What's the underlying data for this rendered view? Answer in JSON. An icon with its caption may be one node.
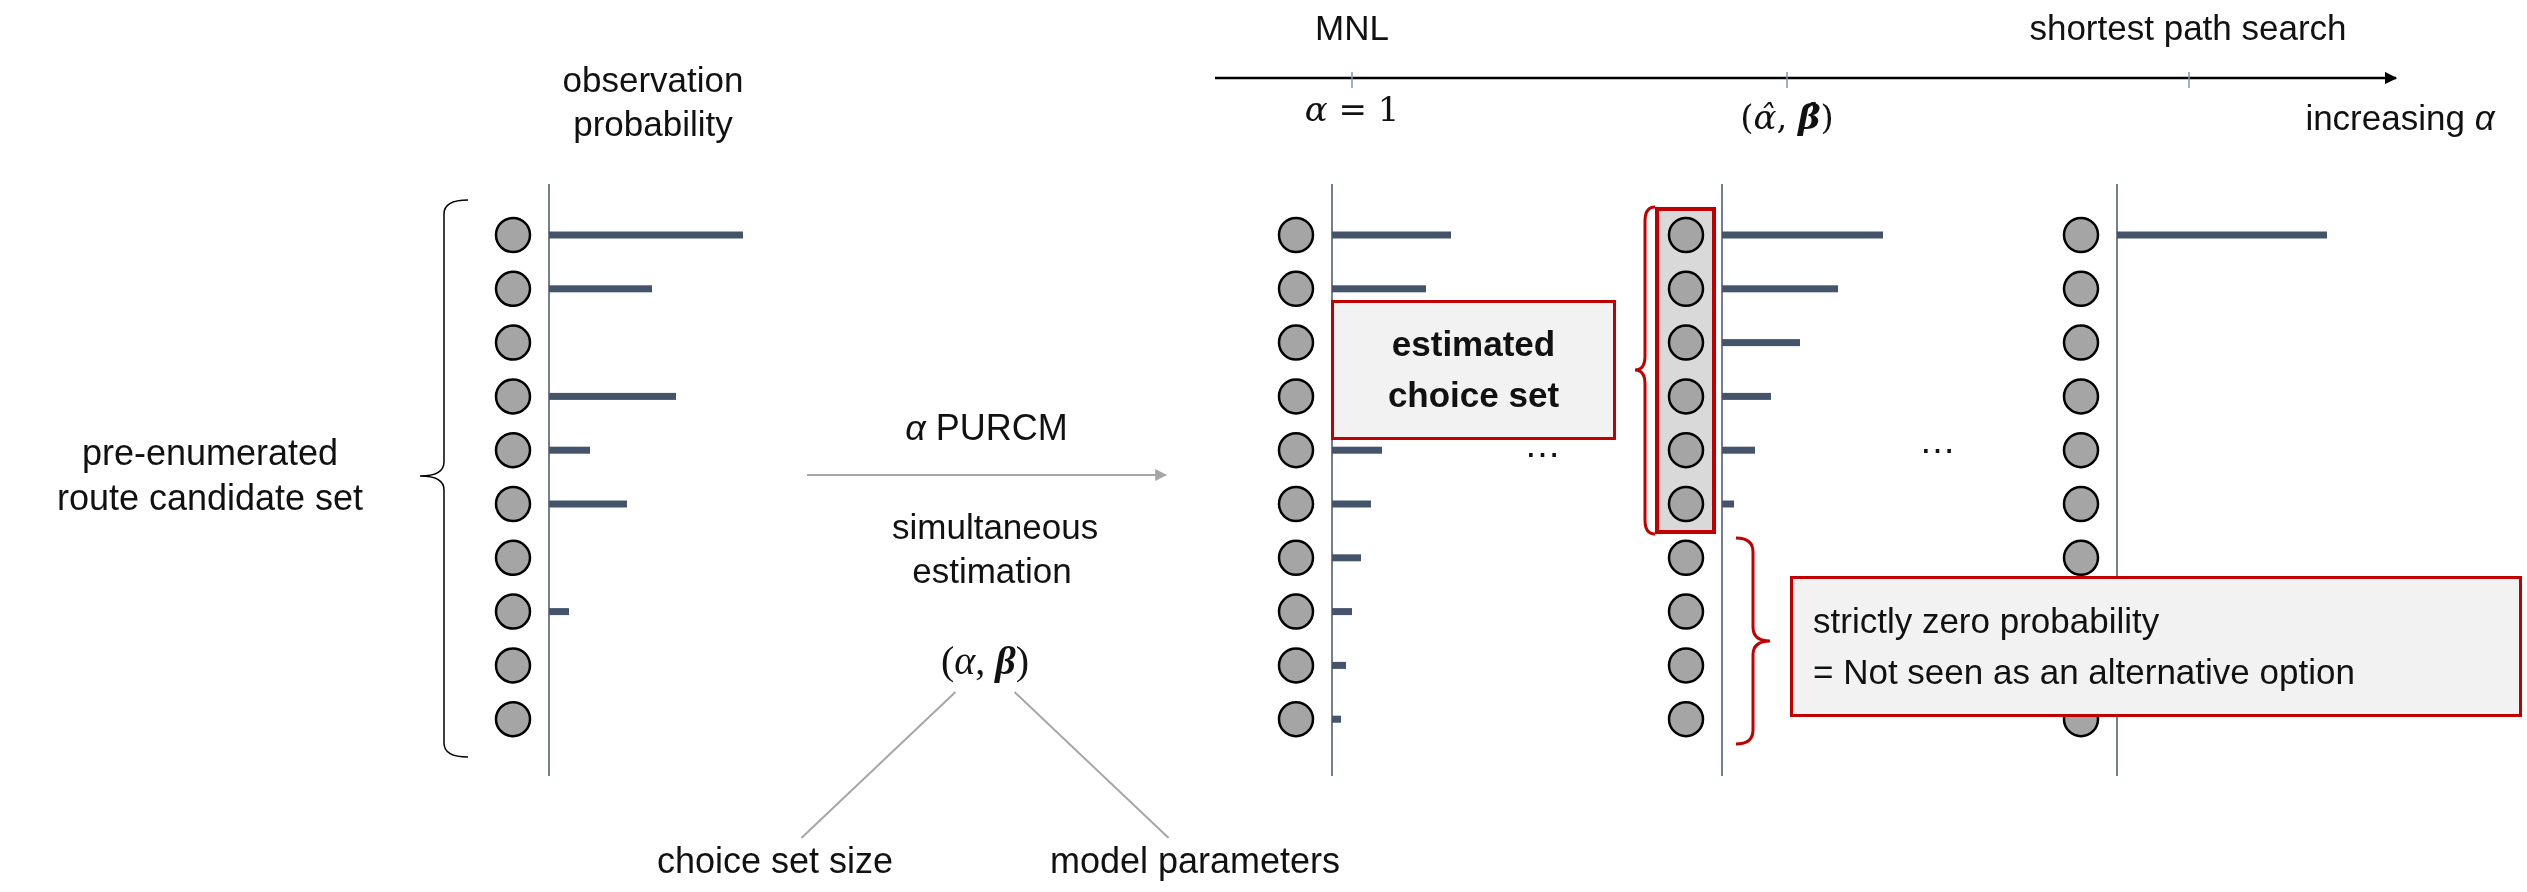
{
  "diagram": {
    "nodes": [
      {
        "text": [
          "pre-enumerated route candidate set"
        ]
      },
      {
        "text": [],
        "shape": "picture"
      },
      {
        "text": [
          "(*α*, **β**)"
        ]
      },
      {
        "text": [
          "choice set size"
        ]
      },
      {
        "text": [
          "model parameters"
        ]
      },
      {
        "text": [],
        "shape": "picture"
      },
      {
        "text": [
          "estimated choice set"
        ]
      },
      {
        "text": [],
        "shape": "picture"
      },
      {
        "text": [],
        "shape": "box",
        "in": 7
      },
      {
        "text": [],
        "shape": "picture"
      },
      {
        "text": [
          "strictly zero probability",
          "= Not seen as an alternative option"
        ]
      }
    ],
    "edges": [
      {
        "from": 1,
        "to": 5,
        "arrow": "to",
        "label": "*α* PURCM"
      },
      {
        "from": 3,
        "to": 2,
        "arrow": "none"
      },
      {
        "from": 4,
        "to": 2,
        "arrow": "none"
      }
    ],
    "labels": [
      "MNL",
      "shortest path search",
      "observation probability",
      "*α* = 1",
      "(*α̂*, **β̂**)",
      "increasing *α*",
      "simultaneous estimation",
      "⋯",
      "⋯"
    ]
  }
}
